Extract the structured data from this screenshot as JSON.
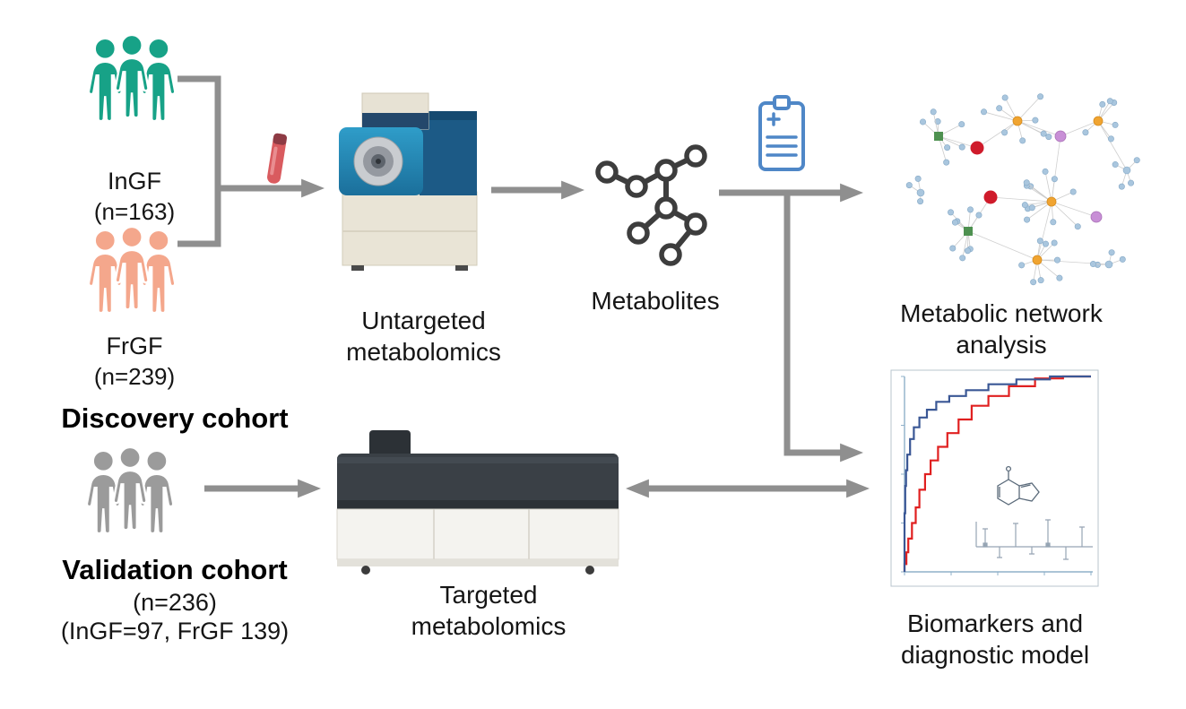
{
  "discovery": {
    "label": "Discovery cohort",
    "group1": {
      "name": "InGF",
      "n": "(n=163)"
    },
    "group2": {
      "name": "FrGF",
      "n": "(n=239)"
    }
  },
  "validation": {
    "label": "Validation cohort",
    "n": "(n=236)",
    "detail": "(InGF=97, FrGF 139)"
  },
  "labels": {
    "untargeted": "Untargeted metabolomics",
    "metabolites": "Metabolites",
    "network": "Metabolic network analysis",
    "targeted": "Targeted metabolomics",
    "biomarkers": "Biomarkers and diagnostic model"
  },
  "colors": {
    "ingf_green": "#17a287",
    "frgf_salmon": "#f4a78c",
    "validation_gray": "#9b9b9b",
    "arrow_gray": "#8f8f8f",
    "clipboard_blue": "#4f87c7",
    "tube_red": "#d95b5f",
    "network": {
      "leaf_blue": "#a9c6de",
      "hub_orange": "#f0a431",
      "hub_green": "#4e9150",
      "hub_red": "#cf1b2b",
      "hub_purple": "#c88fd6"
    },
    "roc": {
      "curve_blue": "#3a5795",
      "curve_red": "#e02020"
    }
  }
}
